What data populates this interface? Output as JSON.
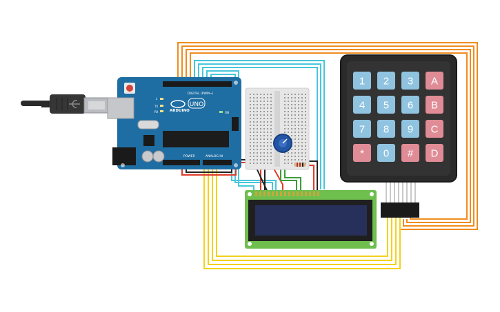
{
  "arduino": {
    "brand_label": "ARDUINO",
    "model_label": "UNO",
    "digital_label": "DIGITAL (PWM~)",
    "power_label": "POWER",
    "analog_label": "ANALOG IN",
    "tx_label": "TX",
    "rx_label": "RX",
    "l_label": "L",
    "on_label": "ON"
  },
  "keypad": {
    "rows": [
      [
        "1",
        "2",
        "3",
        "A"
      ],
      [
        "4",
        "5",
        "6",
        "B"
      ],
      [
        "7",
        "8",
        "9",
        "C"
      ],
      [
        "*",
        "0",
        "#",
        "D"
      ]
    ]
  },
  "colors": {
    "background": "#ffffff",
    "arduino_board": "#1f6ea3",
    "keypad_body": "#2a2a2a",
    "key_number": "#8fc3e0",
    "key_letter": "#e08c96",
    "lcd_pcb": "#6fbf4f",
    "lcd_screen": "#27305a",
    "breadboard": "#e6e6e6",
    "potentiometer": "#2456a6",
    "wire_orange": "#f08c1e",
    "wire_cyan": "#48c6da",
    "wire_yellow": "#f4d21a",
    "wire_red": "#e03a2a",
    "wire_black": "#222222",
    "wire_green": "#3c9c3c",
    "usb_cable": "#2b2b2b"
  }
}
